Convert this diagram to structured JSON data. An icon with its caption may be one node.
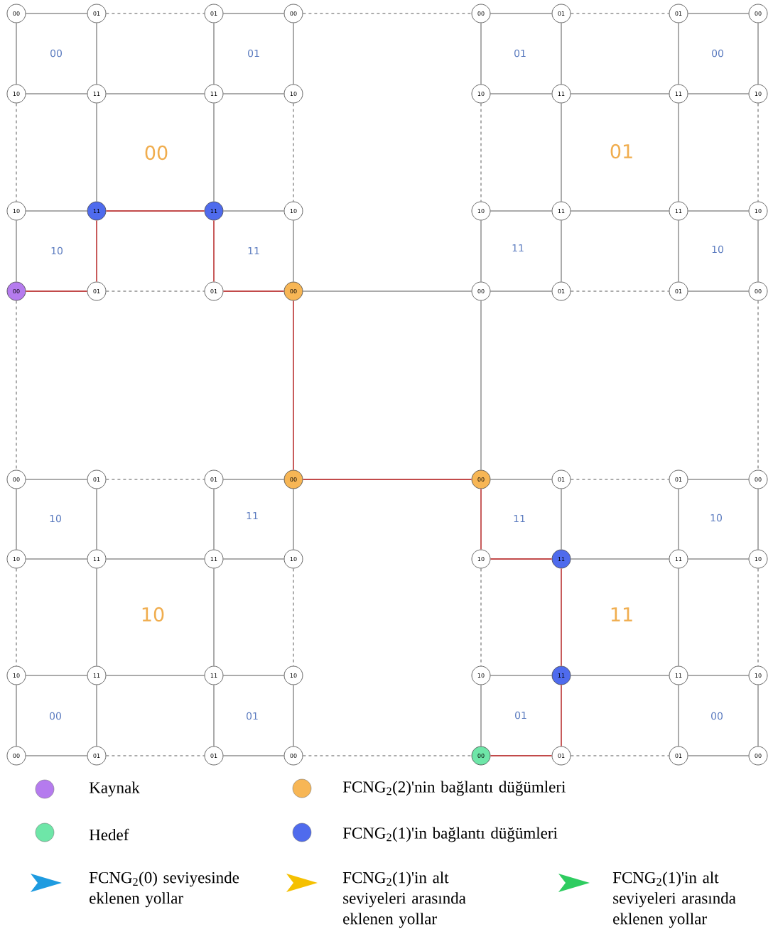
{
  "diagram": {
    "nodes": [
      {
        "text": [
          "00"
        ]
      },
      {
        "text": [
          "01"
        ]
      },
      {
        "text": [
          "01"
        ]
      },
      {
        "text": [
          "00"
        ]
      },
      {
        "text": [
          "00"
        ]
      },
      {
        "text": [
          "01"
        ]
      },
      {
        "text": [
          "01"
        ]
      },
      {
        "text": [
          "00"
        ]
      },
      {
        "text": [
          "10"
        ]
      },
      {
        "text": [
          "11"
        ]
      },
      {
        "text": [
          "11"
        ]
      },
      {
        "text": [
          "10"
        ]
      },
      {
        "text": [
          "10"
        ]
      },
      {
        "text": [
          "11"
        ]
      },
      {
        "text": [
          "11"
        ]
      },
      {
        "text": [
          "10"
        ]
      },
      {
        "text": [
          "10"
        ]
      },
      {
        "text": [
          "11"
        ]
      },
      {
        "text": [
          "11"
        ]
      },
      {
        "text": [
          "10"
        ]
      },
      {
        "text": [
          "10"
        ]
      },
      {
        "text": [
          "11"
        ]
      },
      {
        "text": [
          "11"
        ]
      },
      {
        "text": [
          "10"
        ]
      },
      {
        "text": [
          "00"
        ]
      },
      {
        "text": [
          "01"
        ]
      },
      {
        "text": [
          "01"
        ]
      },
      {
        "text": [
          "00"
        ]
      },
      {
        "text": [
          "00"
        ]
      },
      {
        "text": [
          "01"
        ]
      },
      {
        "text": [
          "01"
        ]
      },
      {
        "text": [
          "00"
        ]
      },
      {
        "text": [
          "00"
        ]
      },
      {
        "text": [
          "01"
        ]
      },
      {
        "text": [
          "01"
        ]
      },
      {
        "text": [
          "00"
        ]
      },
      {
        "text": [
          "00"
        ]
      },
      {
        "text": [
          "01"
        ]
      },
      {
        "text": [
          "01"
        ]
      },
      {
        "text": [
          "00"
        ]
      },
      {
        "text": [
          "10"
        ]
      },
      {
        "text": [
          "11"
        ]
      },
      {
        "text": [
          "11"
        ]
      },
      {
        "text": [
          "10"
        ]
      },
      {
        "text": [
          "10"
        ]
      },
      {
        "text": [
          "11"
        ]
      },
      {
        "text": [
          "11"
        ]
      },
      {
        "text": [
          "10"
        ]
      },
      {
        "text": [
          "10"
        ]
      },
      {
        "text": [
          "11"
        ]
      },
      {
        "text": [
          "11"
        ]
      },
      {
        "text": [
          "10"
        ]
      },
      {
        "text": [
          "10"
        ]
      },
      {
        "text": [
          "11"
        ]
      },
      {
        "text": [
          "11"
        ]
      },
      {
        "text": [
          "10"
        ]
      },
      {
        "text": [
          "00"
        ]
      },
      {
        "text": [
          "01"
        ]
      },
      {
        "text": [
          "01"
        ]
      },
      {
        "text": [
          "00"
        ]
      },
      {
        "text": [
          "00"
        ]
      },
      {
        "text": [
          "01"
        ]
      },
      {
        "text": [
          "01"
        ]
      },
      {
        "text": [
          "00"
        ]
      }
    ],
    "edges": [
      {
        "from": 0,
        "to": 1,
        "arrow": "none"
      },
      {
        "from": 1,
        "to": 2,
        "arrow": "none",
        "style": "dashed"
      },
      {
        "from": 2,
        "to": 3,
        "arrow": "none"
      },
      {
        "from": 8,
        "to": 9,
        "arrow": "none"
      },
      {
        "from": 9,
        "to": 10,
        "arrow": "none"
      },
      {
        "from": 10,
        "to": 11,
        "arrow": "none"
      },
      {
        "from": 16,
        "to": 17,
        "arrow": "none"
      },
      {
        "from": 17,
        "to": 18,
        "arrow": "none",
        "color": "#c24a4a"
      },
      {
        "from": 18,
        "to": 19,
        "arrow": "none"
      },
      {
        "from": 24,
        "to": 25,
        "arrow": "none",
        "color": "#c24a4a"
      },
      {
        "from": 25,
        "to": 26,
        "arrow": "none",
        "style": "dashed"
      },
      {
        "from": 26,
        "to": 27,
        "arrow": "none",
        "color": "#c24a4a"
      },
      {
        "from": 0,
        "to": 8,
        "arrow": "none"
      },
      {
        "from": 1,
        "to": 9,
        "arrow": "none"
      },
      {
        "from": 2,
        "to": 10,
        "arrow": "none"
      },
      {
        "from": 3,
        "to": 11,
        "arrow": "none"
      },
      {
        "from": 8,
        "to": 16,
        "arrow": "none",
        "style": "dashed"
      },
      {
        "from": 9,
        "to": 17,
        "arrow": "none"
      },
      {
        "from": 10,
        "to": 18,
        "arrow": "none"
      },
      {
        "from": 11,
        "to": 19,
        "arrow": "none",
        "style": "dashed"
      },
      {
        "from": 16,
        "to": 24,
        "arrow": "none"
      },
      {
        "from": 17,
        "to": 25,
        "arrow": "none",
        "color": "#c24a4a"
      },
      {
        "from": 18,
        "to": 26,
        "arrow": "none",
        "color": "#c24a4a"
      },
      {
        "from": 19,
        "to": 27,
        "arrow": "none"
      },
      {
        "from": 4,
        "to": 5,
        "arrow": "none"
      },
      {
        "from": 5,
        "to": 6,
        "arrow": "none",
        "style": "dashed"
      },
      {
        "from": 6,
        "to": 7,
        "arrow": "none"
      },
      {
        "from": 12,
        "to": 13,
        "arrow": "none"
      },
      {
        "from": 13,
        "to": 14,
        "arrow": "none"
      },
      {
        "from": 14,
        "to": 15,
        "arrow": "none"
      },
      {
        "from": 20,
        "to": 21,
        "arrow": "none"
      },
      {
        "from": 21,
        "to": 22,
        "arrow": "none"
      },
      {
        "from": 22,
        "to": 23,
        "arrow": "none"
      },
      {
        "from": 28,
        "to": 29,
        "arrow": "none"
      },
      {
        "from": 29,
        "to": 30,
        "arrow": "none",
        "style": "dashed"
      },
      {
        "from": 30,
        "to": 31,
        "arrow": "none"
      },
      {
        "from": 4,
        "to": 12,
        "arrow": "none"
      },
      {
        "from": 5,
        "to": 13,
        "arrow": "none"
      },
      {
        "from": 6,
        "to": 14,
        "arrow": "none"
      },
      {
        "from": 7,
        "to": 15,
        "arrow": "none"
      },
      {
        "from": 12,
        "to": 20,
        "arrow": "none",
        "style": "dashed"
      },
      {
        "from": 13,
        "to": 21,
        "arrow": "none"
      },
      {
        "from": 14,
        "to": 22,
        "arrow": "none"
      },
      {
        "from": 15,
        "to": 23,
        "arrow": "none",
        "style": "dashed"
      },
      {
        "from": 20,
        "to": 28,
        "arrow": "none"
      },
      {
        "from": 21,
        "to": 29,
        "arrow": "none"
      },
      {
        "from": 22,
        "to": 30,
        "arrow": "none"
      },
      {
        "from": 23,
        "to": 31,
        "arrow": "none"
      },
      {
        "from": 32,
        "to": 33,
        "arrow": "none"
      },
      {
        "from": 33,
        "to": 34,
        "arrow": "none",
        "style": "dashed"
      },
      {
        "from": 34,
        "to": 35,
        "arrow": "none"
      },
      {
        "from": 40,
        "to": 41,
        "arrow": "none"
      },
      {
        "from": 41,
        "to": 42,
        "arrow": "none"
      },
      {
        "from": 42,
        "to": 43,
        "arrow": "none"
      },
      {
        "from": 48,
        "to": 49,
        "arrow": "none"
      },
      {
        "from": 49,
        "to": 50,
        "arrow": "none"
      },
      {
        "from": 50,
        "to": 51,
        "arrow": "none"
      },
      {
        "from": 56,
        "to": 57,
        "arrow": "none"
      },
      {
        "from": 57,
        "to": 58,
        "arrow": "none",
        "style": "dashed"
      },
      {
        "from": 58,
        "to": 59,
        "arrow": "none"
      },
      {
        "from": 32,
        "to": 40,
        "arrow": "none"
      },
      {
        "from": 33,
        "to": 41,
        "arrow": "none"
      },
      {
        "from": 34,
        "to": 42,
        "arrow": "none"
      },
      {
        "from": 35,
        "to": 43,
        "arrow": "none"
      },
      {
        "from": 40,
        "to": 48,
        "arrow": "none",
        "style": "dashed"
      },
      {
        "from": 41,
        "to": 49,
        "arrow": "none"
      },
      {
        "from": 42,
        "to": 50,
        "arrow": "none"
      },
      {
        "from": 43,
        "to": 51,
        "arrow": "none",
        "style": "dashed"
      },
      {
        "from": 48,
        "to": 56,
        "arrow": "none"
      },
      {
        "from": 49,
        "to": 57,
        "arrow": "none"
      },
      {
        "from": 50,
        "to": 58,
        "arrow": "none"
      },
      {
        "from": 51,
        "to": 59,
        "arrow": "none"
      },
      {
        "from": 36,
        "to": 37,
        "arrow": "none"
      },
      {
        "from": 37,
        "to": 38,
        "arrow": "none",
        "style": "dashed"
      },
      {
        "from": 38,
        "to": 39,
        "arrow": "none"
      },
      {
        "from": 44,
        "to": 45,
        "arrow": "none",
        "color": "#c24a4a"
      },
      {
        "from": 45,
        "to": 46,
        "arrow": "none"
      },
      {
        "from": 46,
        "to": 47,
        "arrow": "none"
      },
      {
        "from": 52,
        "to": 53,
        "arrow": "none"
      },
      {
        "from": 53,
        "to": 54,
        "arrow": "none"
      },
      {
        "from": 54,
        "to": 55,
        "arrow": "none"
      },
      {
        "from": 60,
        "to": 61,
        "arrow": "none",
        "color": "#c24a4a"
      },
      {
        "from": 61,
        "to": 62,
        "arrow": "none",
        "style": "dashed"
      },
      {
        "from": 62,
        "to": 63,
        "arrow": "none"
      },
      {
        "from": 36,
        "to": 44,
        "arrow": "none",
        "color": "#c24a4a"
      },
      {
        "from": 37,
        "to": 45,
        "arrow": "none"
      },
      {
        "from": 38,
        "to": 46,
        "arrow": "none"
      },
      {
        "from": 39,
        "to": 47,
        "arrow": "none"
      },
      {
        "from": 44,
        "to": 52,
        "arrow": "none",
        "style": "dashed"
      },
      {
        "from": 45,
        "to": 53,
        "arrow": "none",
        "color": "#c24a4a"
      },
      {
        "from": 46,
        "to": 54,
        "arrow": "none"
      },
      {
        "from": 47,
        "to": 55,
        "arrow": "none",
        "style": "dashed"
      },
      {
        "from": 52,
        "to": 60,
        "arrow": "none"
      },
      {
        "from": 53,
        "to": 61,
        "arrow": "none",
        "color": "#c24a4a"
      },
      {
        "from": 54,
        "to": 62,
        "arrow": "none"
      },
      {
        "from": 55,
        "to": 63,
        "arrow": "none"
      },
      {
        "from": 3,
        "to": 4,
        "arrow": "none",
        "style": "dashed"
      },
      {
        "from": 27,
        "to": 28,
        "arrow": "none"
      },
      {
        "from": 24,
        "to": 32,
        "arrow": "none",
        "style": "dashed"
      },
      {
        "from": 27,
        "to": 35,
        "arrow": "none",
        "color": "#c24a4a"
      },
      {
        "from": 35,
        "to": 36,
        "arrow": "none",
        "color": "#c24a4a"
      },
      {
        "from": 28,
        "to": 36,
        "arrow": "none"
      },
      {
        "from": 31,
        "to": 39,
        "arrow": "none",
        "style": "dashed"
      },
      {
        "from": 59,
        "to": 60,
        "arrow": "none",
        "style": "dashed"
      }
    ],
    "labels": [
      "00",
      "01",
      "01",
      "00",
      "00",
      "01",
      "10",
      "11",
      "11",
      "10",
      "10",
      "11",
      "11",
      "10",
      "10",
      "11",
      "00",
      "01",
      "01",
      "00"
    ],
    "legend": [
      {
        "text": "Kaynak",
        "color": "#b57bee"
      },
      {
        "text": "FCNG$_{2}$(2)'nin bağlantı düğümleri",
        "color": "#f7b655"
      },
      {
        "text": "Hedef",
        "color": "#6ee6a8"
      },
      {
        "text": "FCNG$_{2}$(1)'in bağlantı düğümleri",
        "color": "#4f6bed"
      },
      {
        "text": "FCNG$_{2}$(0) seviyesinde eklenen yollar"
      },
      {
        "text": "FCNG$_{2}$(1)'in alt seviyeleri arasında eklenen yollar"
      },
      {
        "text": "FCNG$_{2}$(1)'in alt seviyeleri arasında eklenen yollar"
      }
    ]
  }
}
